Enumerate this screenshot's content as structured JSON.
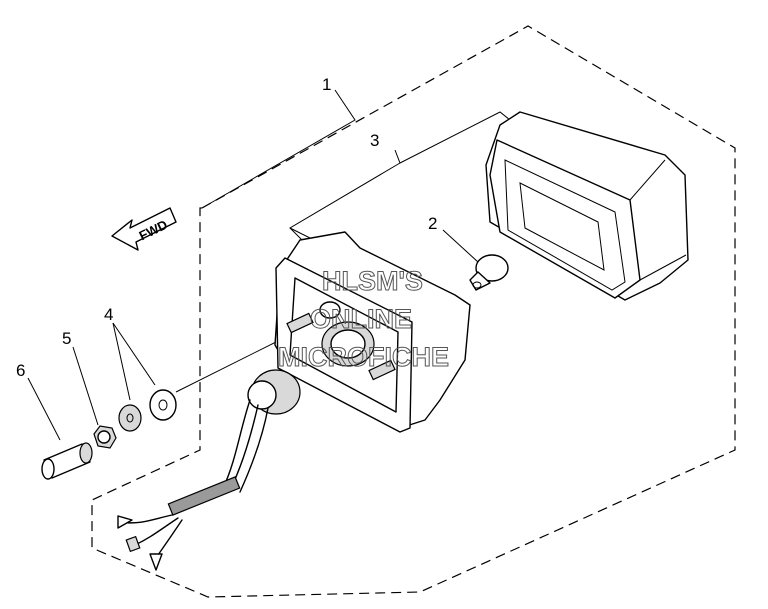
{
  "diagram": {
    "direction_label": "FWD",
    "callouts": [
      {
        "id": "1",
        "text": "1"
      },
      {
        "id": "2",
        "text": "2"
      },
      {
        "id": "3",
        "text": "3"
      },
      {
        "id": "4",
        "text": "4"
      },
      {
        "id": "5",
        "text": "5"
      },
      {
        "id": "6",
        "text": "6"
      }
    ],
    "watermark": [
      "HLSM'S",
      "ONLINE",
      "MICROFICHE"
    ]
  }
}
